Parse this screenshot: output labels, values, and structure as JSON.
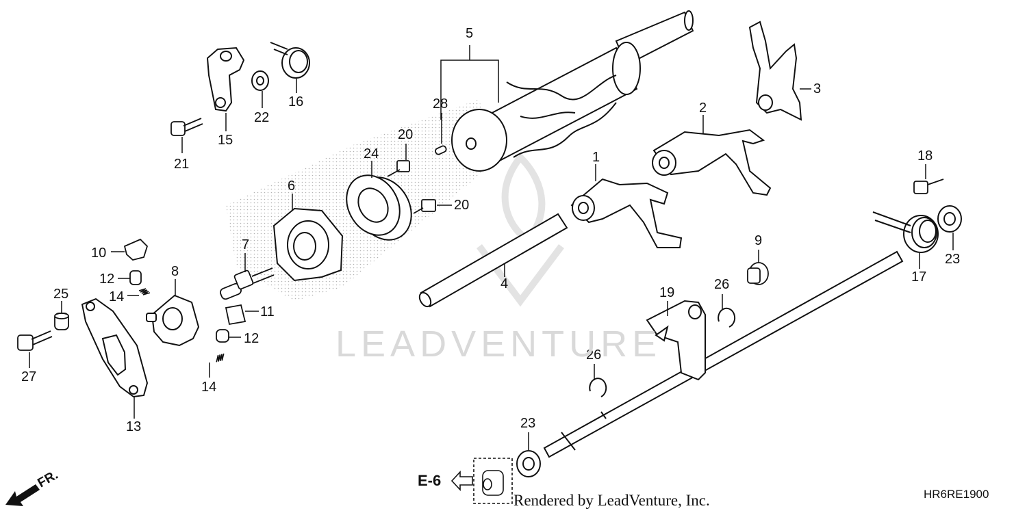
{
  "diagram": {
    "callouts": [
      {
        "id": "c1",
        "text": "1"
      },
      {
        "id": "c2",
        "text": "2"
      },
      {
        "id": "c3",
        "text": "3"
      },
      {
        "id": "c4",
        "text": "4"
      },
      {
        "id": "c5",
        "text": "5"
      },
      {
        "id": "c6",
        "text": "6"
      },
      {
        "id": "c7",
        "text": "7"
      },
      {
        "id": "c8",
        "text": "8"
      },
      {
        "id": "c9",
        "text": "9"
      },
      {
        "id": "c10",
        "text": "10"
      },
      {
        "id": "c11",
        "text": "11"
      },
      {
        "id": "c12a",
        "text": "12"
      },
      {
        "id": "c12b",
        "text": "12"
      },
      {
        "id": "c13",
        "text": "13"
      },
      {
        "id": "c14a",
        "text": "14"
      },
      {
        "id": "c14b",
        "text": "14"
      },
      {
        "id": "c15",
        "text": "15"
      },
      {
        "id": "c16",
        "text": "16"
      },
      {
        "id": "c17",
        "text": "17"
      },
      {
        "id": "c18",
        "text": "18"
      },
      {
        "id": "c19",
        "text": "19"
      },
      {
        "id": "c20a",
        "text": "20"
      },
      {
        "id": "c20b",
        "text": "20"
      },
      {
        "id": "c21",
        "text": "21"
      },
      {
        "id": "c22",
        "text": "22"
      },
      {
        "id": "c23a",
        "text": "23"
      },
      {
        "id": "c23b",
        "text": "23"
      },
      {
        "id": "c24",
        "text": "24"
      },
      {
        "id": "c25",
        "text": "25"
      },
      {
        "id": "c26a",
        "text": "26"
      },
      {
        "id": "c26b",
        "text": "26"
      },
      {
        "id": "c27",
        "text": "27"
      },
      {
        "id": "c28",
        "text": "28"
      }
    ],
    "reference_label": "E-6",
    "direction_label": "FR.",
    "credit": "Rendered by LeadVenture, Inc.",
    "diagram_code": "HR6RE1900",
    "watermark": "LEADVENTURE"
  }
}
